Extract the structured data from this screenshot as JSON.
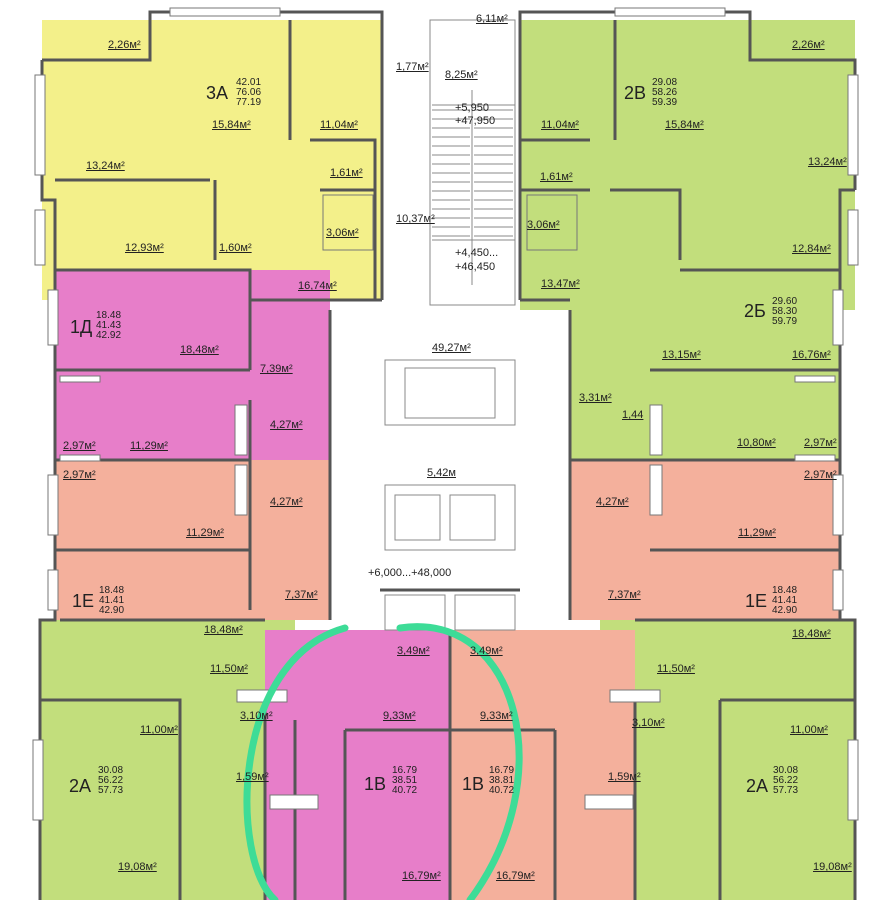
{
  "colors": {
    "yellow": "#f3f08a",
    "green": "#c2de7c",
    "green_dark": "#a9d07a",
    "pink": "#e77ec9",
    "salmon": "#f4b09c",
    "white": "#ffffff",
    "circle": "#3ddc97"
  },
  "apartments": {
    "a3": {
      "code": "3А",
      "v1": "42.01",
      "v2": "76.06",
      "v3": "77.19"
    },
    "b2": {
      "code": "2В",
      "v1": "29.08",
      "v2": "58.26",
      "v3": "59.39"
    },
    "d1": {
      "code": "1Д",
      "v1": "18.48",
      "v2": "41.43",
      "v3": "42.92"
    },
    "b2b": {
      "code": "2Б",
      "v1": "29.60",
      "v2": "58.30",
      "v3": "59.79"
    },
    "e1l": {
      "code": "1Е",
      "v1": "18.48",
      "v2": "41.41",
      "v3": "42.90"
    },
    "e1r": {
      "code": "1Е",
      "v1": "18.48",
      "v2": "41.41",
      "v3": "42.90"
    },
    "a2l": {
      "code": "2А",
      "v1": "30.08",
      "v2": "56.22",
      "v3": "57.73"
    },
    "a2r": {
      "code": "2А",
      "v1": "30.08",
      "v2": "56.22",
      "v3": "57.73"
    },
    "v1l": {
      "code": "1В",
      "v1": "16.79",
      "v2": "38.51",
      "v3": "40.72"
    },
    "v1r": {
      "code": "1В",
      "v1": "16.79",
      "v2": "38.81",
      "v3": "40.72"
    }
  },
  "areas": {
    "t_611": "6,11м²",
    "t_177": "1,77м²",
    "t_825": "8,25м²",
    "lvl1": "+5,950",
    "lvl2": "+47,950",
    "l_226": "2,26м²",
    "r_226": "2,26м²",
    "a3_1584": "15,84м²",
    "a3_1104": "11,04м²",
    "b2_1104": "11,04м²",
    "b2_1584": "15,84м²",
    "a3_1324": "13,24м²",
    "b2_1324": "13,24м²",
    "a3_161": "1,61м²",
    "b2_161": "1,61м²",
    "c_1037": "10,37м²",
    "a3_1293": "12,93м²",
    "a3_160": "1,60м²",
    "a3_306": "3,06м²",
    "b2_306": "3,06м²",
    "b2b_1284": "12,84м²",
    "lvl3": "+4,450...",
    "lvl4": "+46,450",
    "a3_1674": "16,74м²",
    "b2_1347": "13,47м²",
    "d1_1848": "18,48м²",
    "hall_4927": "49,27м²",
    "b2b_1315": "13,15м²",
    "b2b_1676": "16,76м²",
    "d1_739": "7,39м²",
    "b2b_331": "3,31м²",
    "b2b_144": "1,44",
    "d1_427": "4,27м²",
    "l_297a": "2,97м²",
    "d1_1129": "11,29м²",
    "b2b_1080": "10,80м²",
    "r_297a": "2,97м²",
    "hall_542": "5,42м",
    "l_297b": "2,97м²",
    "r_297b": "2,97м²",
    "e1l_427": "4,27м²",
    "e1r_427": "4,27м²",
    "e1l_1129": "11,29м²",
    "e1r_1129": "11,29м²",
    "lvl5": "+6,000...+48,000",
    "e1l_737": "7,37м²",
    "e1r_737": "7,37м²",
    "e1l_1848": "18,48м²",
    "e1r_1848": "18,48м²",
    "v_349a": "3,49м²",
    "v_349b": "3,49м²",
    "a2l_1150": "11,50м²",
    "a2r_1150": "11,50м²",
    "v_933a": "9,33м²",
    "v_933b": "9,33м²",
    "a2l_1100": "11,00м²",
    "a2r_1100": "11,00м²",
    "a2l_310": "3,10м²",
    "a2r_310": "3,10м²",
    "a2l_159": "1,59м²",
    "a2r_159": "1,59м²",
    "a2l_1908": "19,08м²",
    "a2r_1908": "19,08м²",
    "v_1679a": "16,79м²",
    "v_1679b": "16,79м²"
  }
}
